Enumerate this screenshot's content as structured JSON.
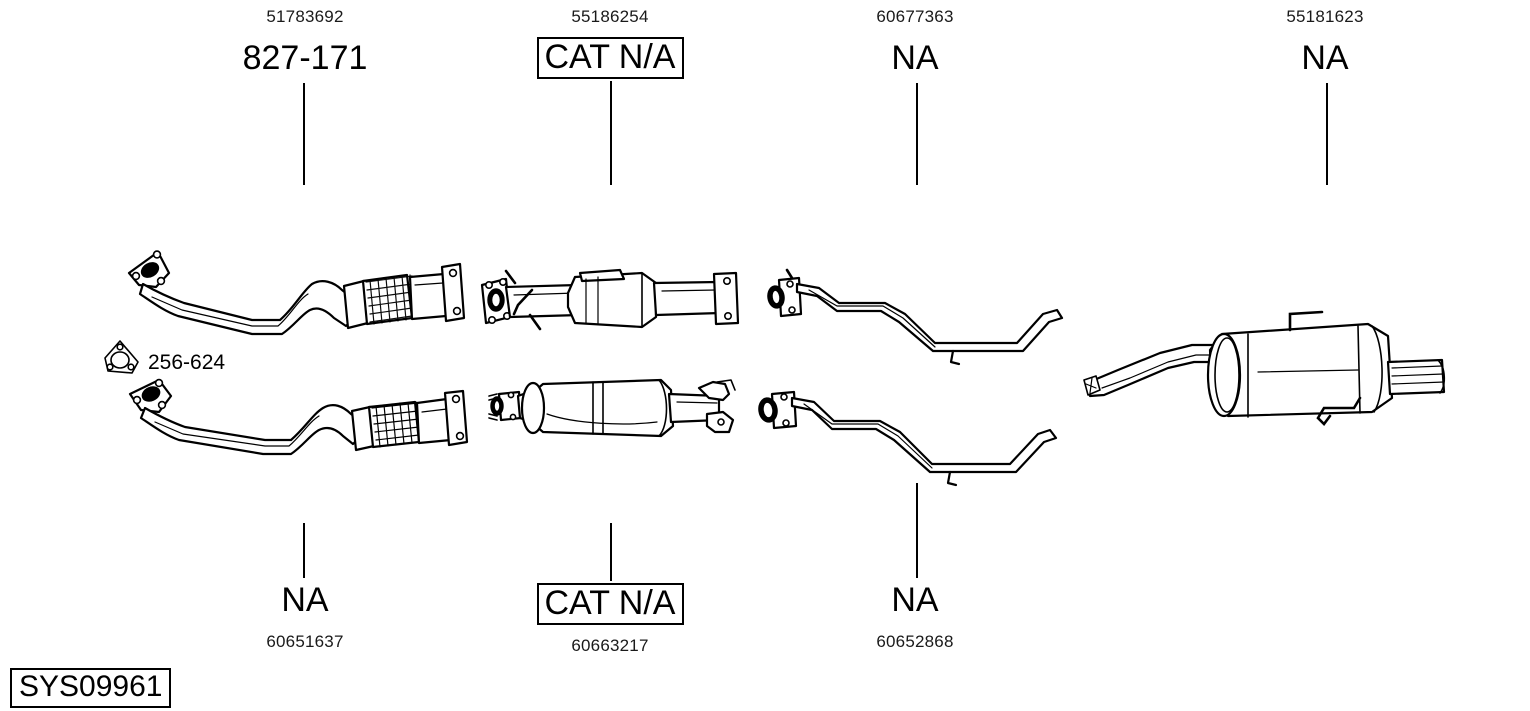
{
  "diagram": {
    "system_code": "SYS09961",
    "title_type": "automotive-exhaust-system-parts-diagram",
    "gasket": {
      "code": "256-624",
      "icon": "triangular-gasket-icon"
    },
    "top_labels": [
      {
        "part_number": "51783692",
        "code": "827-171",
        "boxed": false
      },
      {
        "part_number": "55186254",
        "code": "CAT N/A",
        "boxed": true
      },
      {
        "part_number": "60677363",
        "code": "NA",
        "boxed": false
      },
      {
        "part_number": "55181623",
        "code": "NA",
        "boxed": false
      }
    ],
    "bottom_labels": [
      {
        "code": "NA",
        "part_number": "60651637",
        "boxed": false
      },
      {
        "code": "CAT N/A",
        "part_number": "60663217",
        "boxed": true
      },
      {
        "code": "NA",
        "part_number": "60652868",
        "boxed": false
      }
    ],
    "parts": [
      {
        "name": "front-pipe-with-flex-upper",
        "label": "827-171"
      },
      {
        "name": "catalytic-converter-upper",
        "label": "CAT N/A"
      },
      {
        "name": "centre-pipe-upper",
        "label": "NA"
      },
      {
        "name": "rear-silencer",
        "label": "NA"
      },
      {
        "name": "front-pipe-with-flex-lower",
        "label": "NA"
      },
      {
        "name": "catalytic-converter-lower",
        "label": "CAT N/A"
      },
      {
        "name": "centre-pipe-lower",
        "label": "NA"
      }
    ],
    "colors": {
      "line": "#000000",
      "background": "#ffffff"
    }
  }
}
